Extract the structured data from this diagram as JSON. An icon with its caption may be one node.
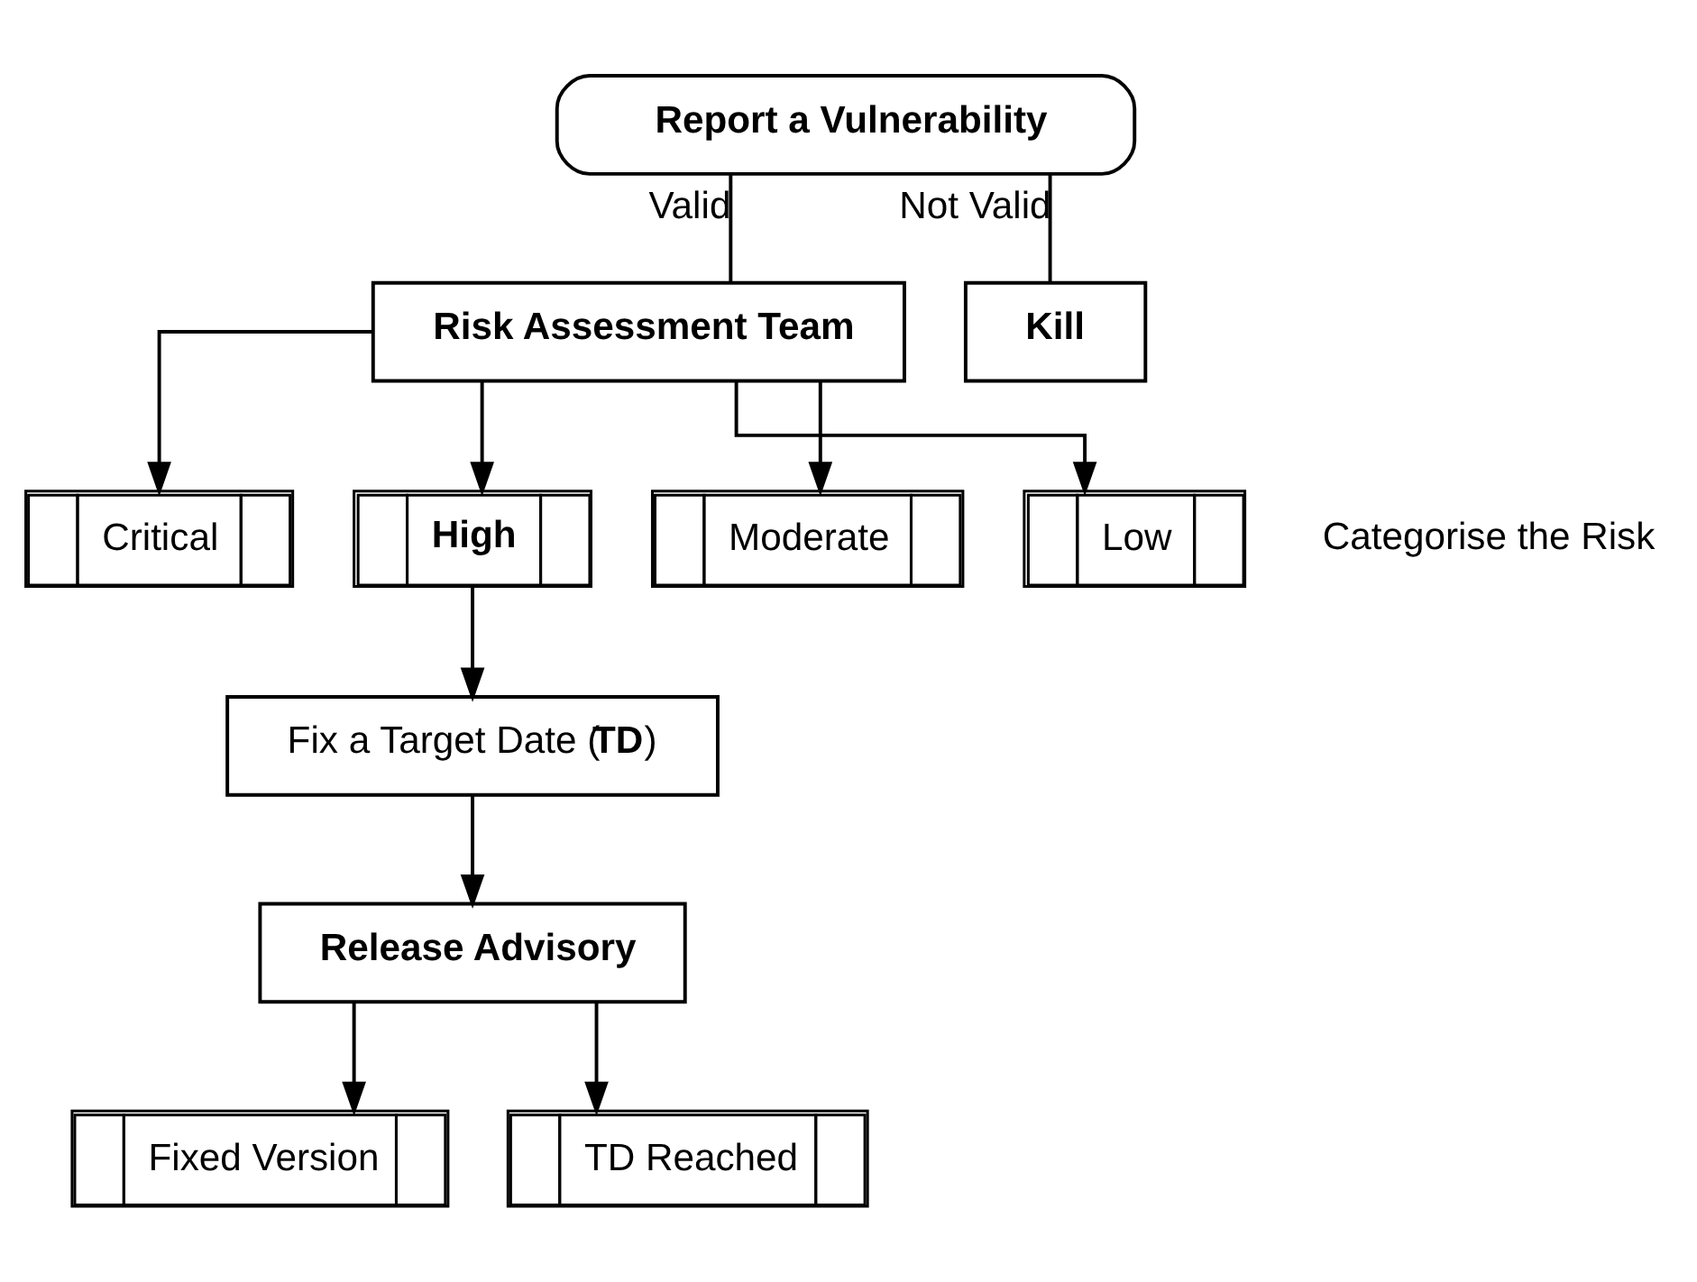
{
  "diagram": {
    "nodes": [
      {
        "text": [
          "Report a Vulnerability"
        ]
      },
      {
        "text": [
          "Risk Assessment Team"
        ]
      },
      {
        "text": [
          "Kill"
        ]
      },
      {
        "text": [
          "Critical"
        ]
      },
      {
        "text": [
          "High"
        ]
      },
      {
        "text": [
          "Moderate"
        ]
      },
      {
        "text": [
          "Low"
        ]
      },
      {
        "text": [
          "Fix a Target Date (**TD**)"
        ]
      },
      {
        "text": [
          "Release Advisory"
        ]
      },
      {
        "text": [
          "Fixed Version"
        ]
      },
      {
        "text": [
          "TD Reached"
        ]
      }
    ],
    "edges": [
      {
        "from": 0,
        "to": 1,
        "arrow": "none",
        "label": "Valid"
      },
      {
        "from": 0,
        "to": 2,
        "arrow": "none",
        "label": "Not Valid"
      },
      {
        "from": 1,
        "to": 3,
        "arrow": "to"
      },
      {
        "from": 1,
        "to": 4,
        "arrow": "to"
      },
      {
        "from": 1,
        "to": 5,
        "arrow": "to"
      },
      {
        "from": 1,
        "to": 6,
        "arrow": "to"
      },
      {
        "from": 4,
        "to": 7,
        "arrow": "to"
      },
      {
        "from": 7,
        "to": 8,
        "arrow": "to"
      },
      {
        "from": 8,
        "to": 9,
        "arrow": "to"
      },
      {
        "from": 8,
        "to": 10,
        "arrow": "to"
      }
    ],
    "labels": [
      "Categorise the Risk"
    ]
  }
}
